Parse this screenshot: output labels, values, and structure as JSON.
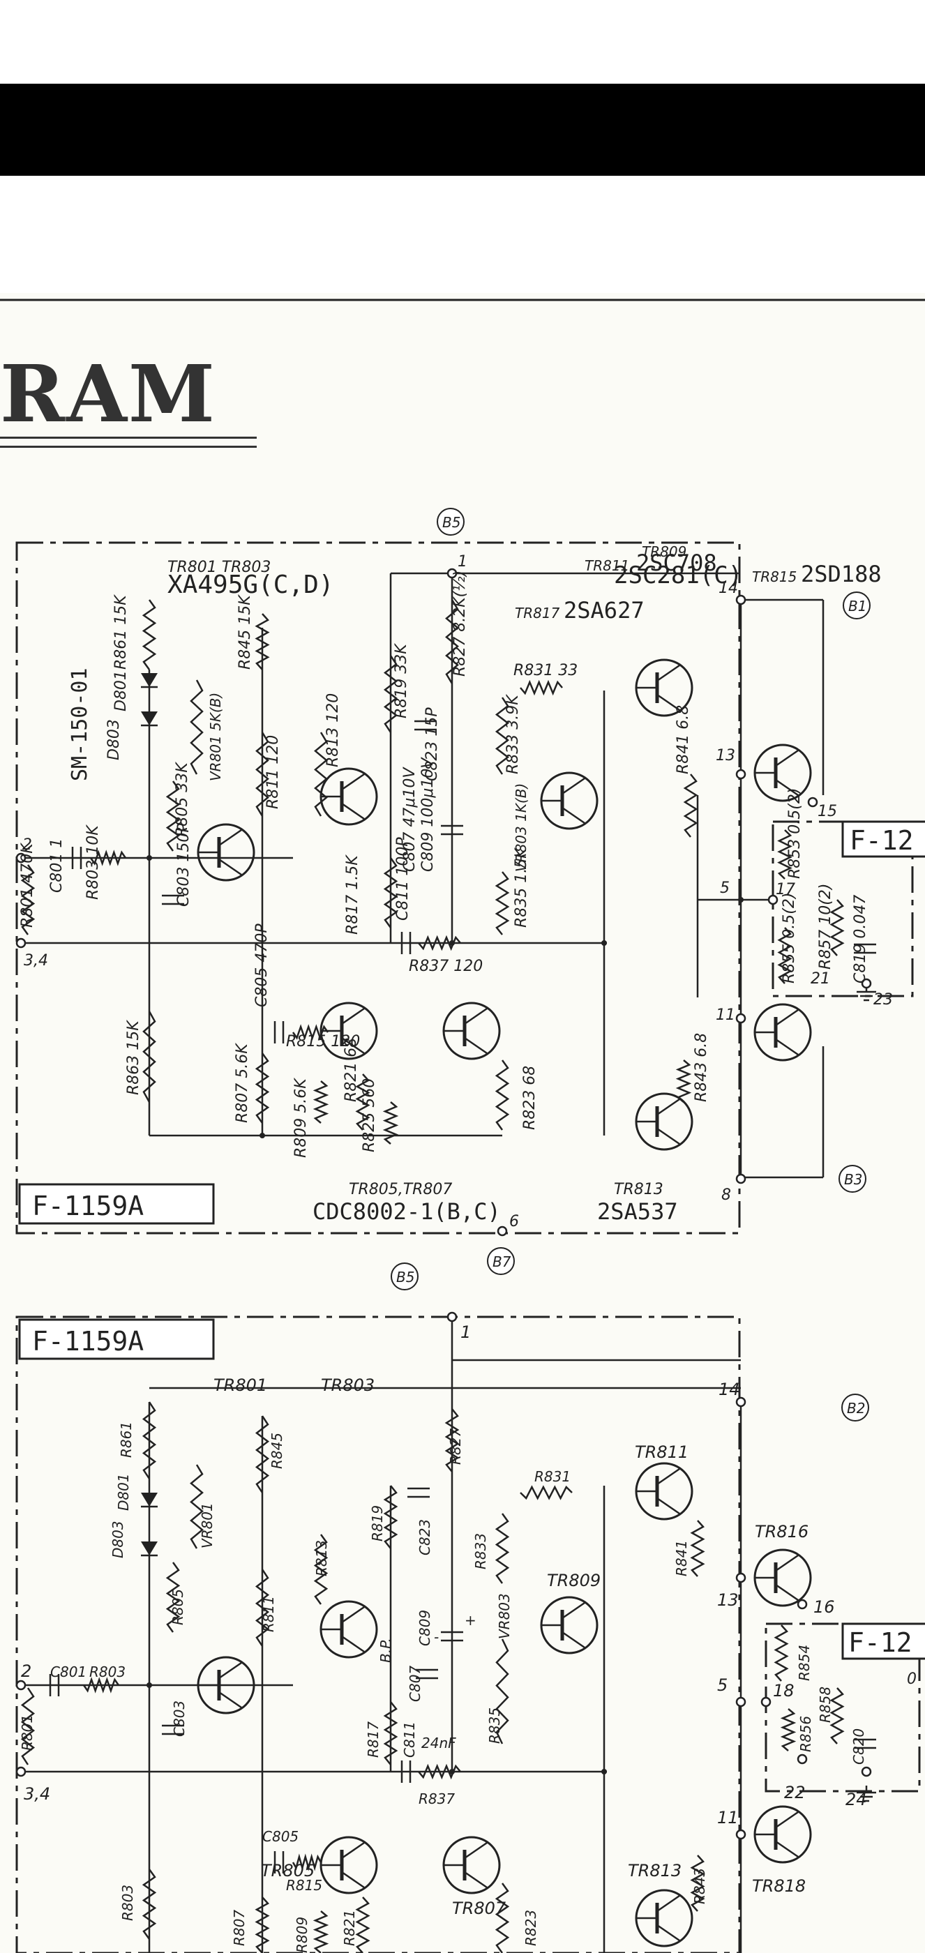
{
  "title": "RAM",
  "upper_board": {
    "name": "F-1159A",
    "module": "SM-150-01",
    "terminals": [
      "2",
      "3,4",
      "1",
      "5",
      "6",
      "8",
      "11",
      "13",
      "14",
      "15",
      "17",
      "21",
      "23"
    ],
    "external_label": "F-12",
    "transistors": [
      {
        "ref": "TR801 TR803",
        "type": "XA495G(C,D)"
      },
      {
        "ref": "TR809",
        "type": "2SC281(C)"
      },
      {
        "ref": "TR811",
        "type": "2SC708"
      },
      {
        "ref": "TR815",
        "type": "2SD188"
      },
      {
        "ref": "TR817",
        "type": "2SA627"
      },
      {
        "ref": "TR805,TR807",
        "type": "CDC8002-1(B,C)"
      },
      {
        "ref": "TR813",
        "type": "2SA537"
      }
    ],
    "components": [
      {
        "ref": "R861",
        "value": "15K"
      },
      {
        "ref": "D801",
        "value": ""
      },
      {
        "ref": "D803",
        "value": ""
      },
      {
        "ref": "VR801",
        "value": "5K(B)"
      },
      {
        "ref": "R805",
        "value": "33K"
      },
      {
        "ref": "R845",
        "value": "15K"
      },
      {
        "ref": "R811",
        "value": "120"
      },
      {
        "ref": "R813",
        "value": "120"
      },
      {
        "ref": "R819",
        "value": "33K"
      },
      {
        "ref": "C823",
        "value": "15P"
      },
      {
        "ref": "R827",
        "value": "8.2K(½)"
      },
      {
        "ref": "R831",
        "value": "33"
      },
      {
        "ref": "R833",
        "value": "3.9K"
      },
      {
        "ref": "R841",
        "value": "6.8"
      },
      {
        "ref": "VR803",
        "value": "1K(B)"
      },
      {
        "ref": "C807",
        "value": "47μ10V"
      },
      {
        "ref": "C809",
        "value": "100μ10V"
      },
      {
        "ref": "C801",
        "value": "1"
      },
      {
        "ref": "R803",
        "value": "10K"
      },
      {
        "ref": "R801",
        "value": "470K"
      },
      {
        "ref": "C803",
        "value": "150P"
      },
      {
        "ref": "R817",
        "value": "1.5K"
      },
      {
        "ref": "C811",
        "value": "100P"
      },
      {
        "ref": "R837",
        "value": "120"
      },
      {
        "ref": "R835",
        "value": "1.5K"
      },
      {
        "ref": "R853",
        "value": "0.5(2)"
      },
      {
        "ref": "R855",
        "value": "0.5(2)"
      },
      {
        "ref": "R857",
        "value": "10(2)"
      },
      {
        "ref": "C819",
        "value": "0.047"
      },
      {
        "ref": "C805",
        "value": "470P"
      },
      {
        "ref": "R815",
        "value": "120"
      },
      {
        "ref": "R863",
        "value": "15K"
      },
      {
        "ref": "R807",
        "value": "5.6K"
      },
      {
        "ref": "R809",
        "value": "5.6K"
      },
      {
        "ref": "R821",
        "value": "68"
      },
      {
        "ref": "R825",
        "value": "560"
      },
      {
        "ref": "R823",
        "value": "68"
      },
      {
        "ref": "R843",
        "value": "6.8"
      }
    ],
    "bus_tags": [
      "B5",
      "B1",
      "B3",
      "B7"
    ]
  },
  "lower_board": {
    "name": "F-1159A",
    "terminals": [
      "1",
      "2",
      "3,4",
      "5",
      "11",
      "13",
      "14",
      "16",
      "18",
      "22",
      "24"
    ],
    "external_label": "F-12",
    "external_terminal": "0",
    "refs": [
      "TR801",
      "TR803",
      "TR811",
      "TR816",
      "TR809",
      "TR805",
      "TR807",
      "TR813",
      "TR818",
      "R861",
      "D801",
      "D803",
      "VR801",
      "R805",
      "R845",
      "R811",
      "R813",
      "R819",
      "C823",
      "R827",
      "R833",
      "R831",
      "R841",
      "R854",
      "R856",
      "R858",
      "C820",
      "C809",
      "C807",
      "VR803",
      "R835",
      "R817",
      "C811",
      "R837",
      "C801",
      "R803",
      "R801",
      "C803",
      "C805",
      "R815",
      "R803",
      "R807",
      "R809",
      "R821",
      "R823",
      "R843"
    ],
    "notes": [
      "B.P.",
      "24nF",
      "+",
      "-"
    ],
    "bus_tags": [
      "B5",
      "B2"
    ]
  },
  "colors": {
    "ink": "#222222",
    "paper": "#fbfbf6",
    "bar": "#000000"
  }
}
